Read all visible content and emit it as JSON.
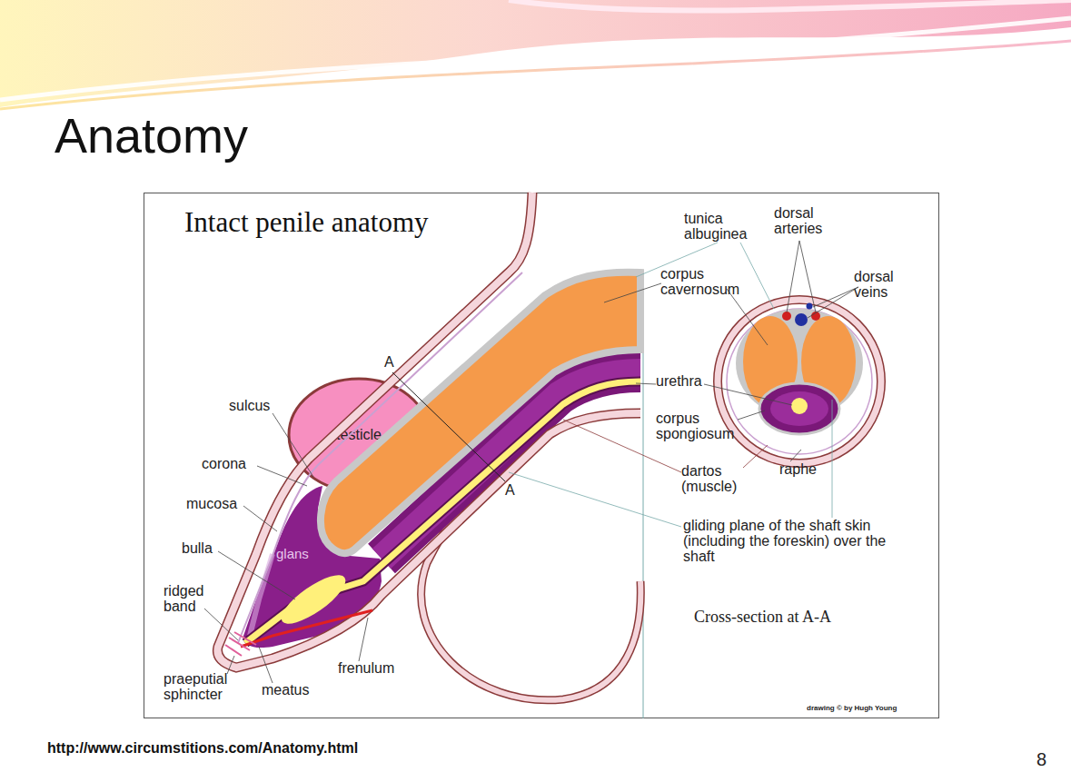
{
  "diagram": {
    "title": "Anatomy",
    "caption": "http://www.circumstitions.com/Anatomy.html",
    "nodes": [
      {
        "text": [
          "Intact penile anatomy"
        ]
      },
      {
        "text": [
          "testicle"
        ],
        "in": 0
      }
    ],
    "labels": [
      "A",
      "sulcus",
      "corona",
      "mucosa",
      "bulla",
      "glans",
      "ridged band",
      "praeputial sphincter",
      "meatus",
      "frenulum",
      "A",
      "tunica albuginea",
      "dorsal arteries",
      "dorsal veins",
      "corpus cavernosum",
      "urethra",
      "corpus spongiosum",
      "dartos (muscle)",
      "raphe",
      "gliding plane of the shaft skin (including the foreskin) over the shaft",
      "Cross-section at A-A",
      "drawing © by Hugh Young",
      "8"
    ]
  }
}
